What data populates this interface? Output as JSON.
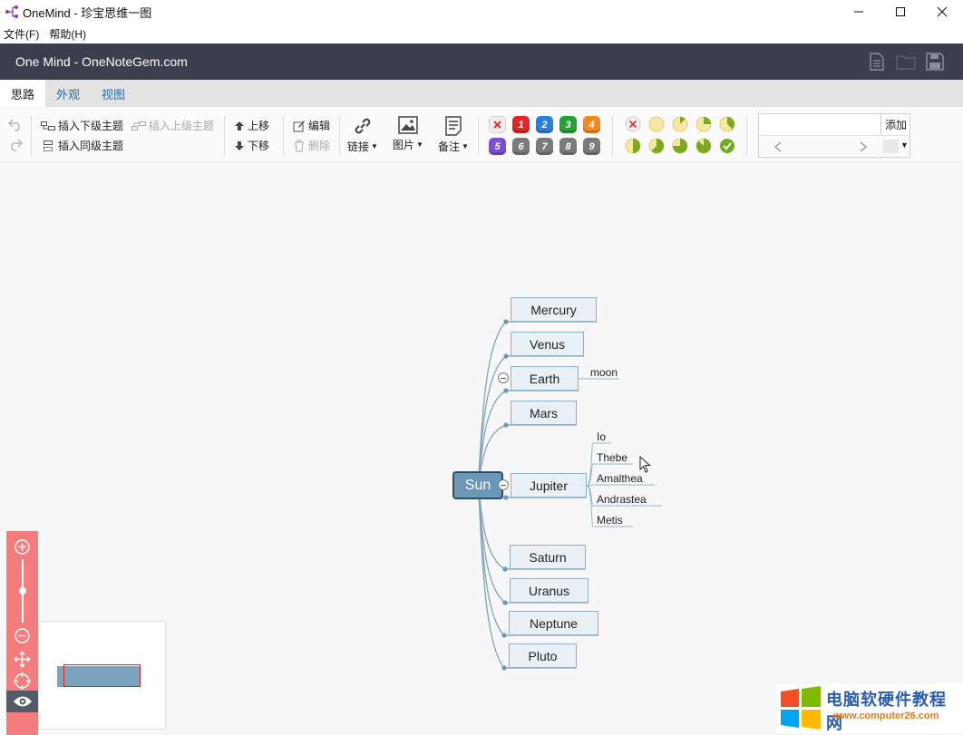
{
  "window": {
    "title": "OneMind - 珍宝思维一图",
    "controls": [
      "minimize-icon",
      "maximize-icon",
      "close-icon"
    ]
  },
  "menubar": {
    "items": [
      {
        "label": "文件(F)"
      },
      {
        "label": "帮助(H)"
      }
    ]
  },
  "header": {
    "title": "One Mind - OneNoteGem.com",
    "icons": [
      "new-file-icon",
      "open-folder-icon",
      "save-icon"
    ]
  },
  "tabs": [
    {
      "label": "思路",
      "active": true
    },
    {
      "label": "外观",
      "active": false
    },
    {
      "label": "视图",
      "active": false
    }
  ],
  "ribbon": {
    "insert_child": "插入下级主题",
    "insert_parent": "插入上级主题",
    "insert_sibling": "插入同级主题",
    "move_up": "上移",
    "move_down": "下移",
    "edit": "编辑",
    "delete": "删除",
    "link": "链接",
    "image": "图片",
    "note": "备注",
    "priorities": [
      "1",
      "2",
      "3",
      "4",
      "5",
      "6",
      "7",
      "8",
      "9"
    ],
    "priority_colors": [
      "#e02828",
      "#2a7fe0",
      "#24a233",
      "#f08a1e",
      "#7a4fd6",
      "#7b7b7b",
      "#7b7b7b",
      "#7b7b7b",
      "#7b7b7b"
    ],
    "tag_input_value": "",
    "add_label": "添加"
  },
  "mindmap": {
    "central": "Sun",
    "topics": [
      {
        "label": "Mercury"
      },
      {
        "label": "Venus"
      },
      {
        "label": "Earth",
        "children": [
          "moon"
        ]
      },
      {
        "label": "Mars"
      },
      {
        "label": "Jupiter",
        "children": [
          "Io",
          "Thebe",
          "Amalthea",
          "Andrastea",
          "Metis"
        ]
      },
      {
        "label": "Saturn"
      },
      {
        "label": "Uranus"
      },
      {
        "label": "Neptune"
      },
      {
        "label": "Pluto"
      }
    ]
  },
  "zoom": {
    "level": 0.5
  },
  "watermark": {
    "title": "电脑软硬件教程网",
    "url": "www.computer26.com"
  },
  "colors": {
    "header_bg": "#3c3f4e",
    "tab_link": "#2b6cb0",
    "node_fill": "#eaf1f6",
    "node_border": "#8fb0c4",
    "central_fill": "#6d97b6",
    "zoom_panel": "#f47c7c"
  }
}
